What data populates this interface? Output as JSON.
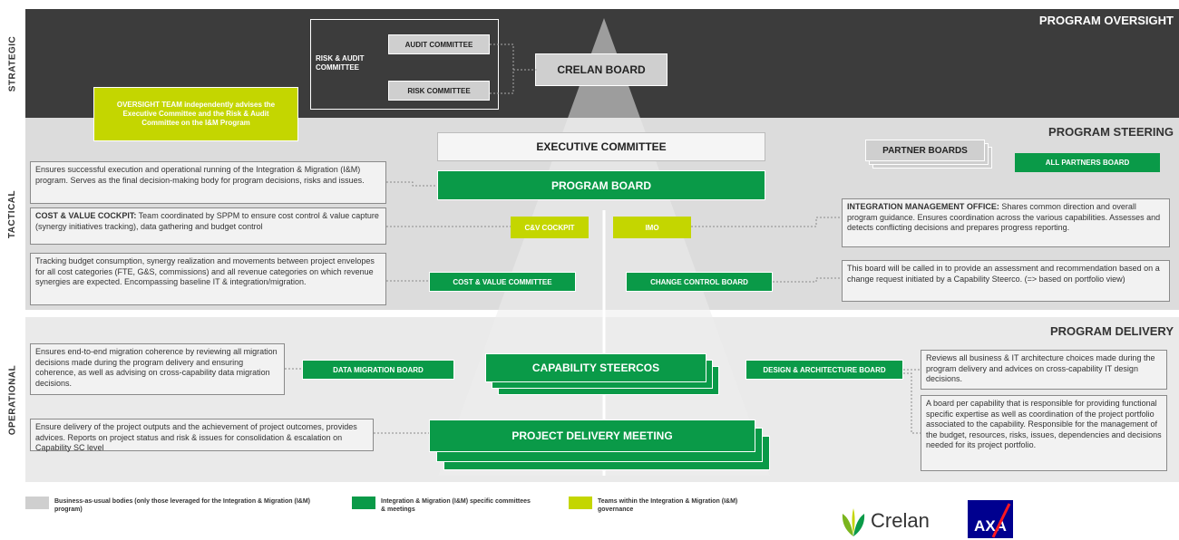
{
  "bands": {
    "strategic": {
      "side_label": "STRATEGIC",
      "title": "PROGRAM OVERSIGHT"
    },
    "tactical": {
      "side_label": "TACTICAL",
      "title": "PROGRAM STEERING"
    },
    "operational": {
      "side_label": "OPERATIONAL",
      "title": "PROGRAM DELIVERY"
    }
  },
  "strategic": {
    "risk_audit_label": "RISK & AUDIT COMMITTEE",
    "audit_committee": "AUDIT COMMITTEE",
    "risk_committee": "RISK COMMITTEE",
    "crelan_board": "CRELAN BOARD",
    "oversight_team": "OVERSIGHT TEAM independently advises the Executive Committee and the Risk & Audit Committee on the I&M Program"
  },
  "tactical": {
    "executive_committee": "EXECUTIVE COMMITTEE",
    "program_board": "PROGRAM BOARD",
    "partner_boards": "PARTNER BOARDS",
    "all_partners_board": "ALL PARTNERS BOARD",
    "cv_cockpit": "C&V COCKPIT",
    "imo": "IMO",
    "cost_value_committee": "COST & VALUE COMMITTEE",
    "change_control_board": "CHANGE CONTROL BOARD",
    "desc_program_board": "Ensures successful execution and operational running of the Integration & Migration (I&M) program. Serves as the final decision-making body for program decisions, risks and issues.",
    "desc_cockpit_title": "COST & VALUE COCKPIT:",
    "desc_cockpit": " Team coordinated by SPPM to ensure cost control & value capture (synergy initiatives tracking), data gathering and budget control",
    "desc_cost_value": "Tracking budget consumption, synergy realization and movements between project envelopes for all cost categories (FTE, G&S, commissions) and all revenue categories on which revenue synergies are expected. Encompassing baseline IT & integration/migration.",
    "desc_imo_title": "INTEGRATION MANAGEMENT OFFICE:",
    "desc_imo": " Shares common direction and overall program guidance. Ensures coordination across the various capabilities. Assesses and detects conflicting decisions and prepares progress reporting.",
    "desc_change_control": "This board will be called in to provide an assessment and recommendation based on a change request initiated by a Capability Steerco. (=> based on portfolio view)"
  },
  "operational": {
    "data_migration_board": "DATA MIGRATION BOARD",
    "capability_steercos": "CAPABILITY STEERCOS",
    "design_architecture_board": "DESIGN & ARCHITECTURE BOARD",
    "project_delivery_meeting": "PROJECT DELIVERY MEETING",
    "desc_data_migration": "Ensures end-to-end migration coherence by reviewing all migration decisions made during the program delivery and ensuring coherence, as well as advising on cross-capability data migration decisions.",
    "desc_design_architecture": "Reviews all business & IT architecture choices made during the program delivery and advices on cross-capability IT design decisions.",
    "desc_capability": "A board per capability that is responsible for providing functional specific expertise as well as coordination of the project portfolio associated to the capability. Responsible for the management of the budget, resources, risks, issues, dependencies and decisions needed for its project portfolio.",
    "desc_project_delivery": "Ensure delivery of the project outputs and the achievement of project outcomes, provides advices. Reports on project status and risk & issues for consolidation & escalation on Capability SC level"
  },
  "legend": [
    {
      "label": "Business-as-usual bodies (only those leveraged for the Integration & Migration (I&M) program)",
      "color": "#cfcfcf"
    },
    {
      "label": "Integration & Migration (I&M) specific committees & meetings",
      "color": "#0a9a48"
    },
    {
      "label": "Teams within the Integration & Migration (I&M) governance",
      "color": "#c4d600"
    }
  ],
  "logos": {
    "crelan": "Crelan",
    "axa": "AXA"
  },
  "colors": {
    "green": "#0a9a48",
    "lime": "#c4d600",
    "dark": "#3c3c3c",
    "gray": "#cfcfcf"
  }
}
